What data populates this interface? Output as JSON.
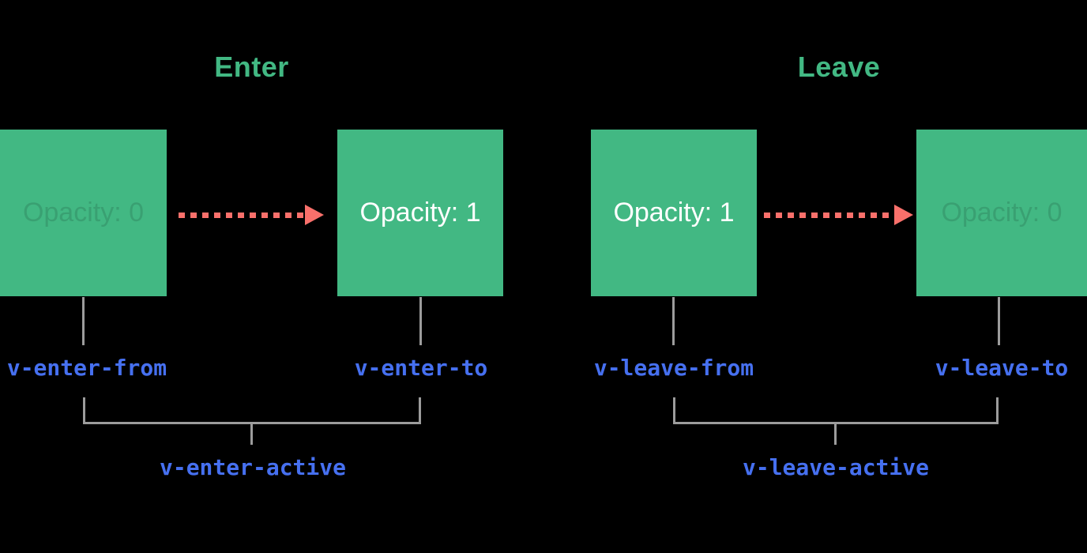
{
  "colors": {
    "background": "#000000",
    "box_green": "#42b883",
    "title_green": "#42b883",
    "arrow_red": "#f9706b",
    "label_blue": "#4670f0",
    "line_gray": "#9c9c9c",
    "box_text_white": "#ffffff",
    "box_text_faint": "rgba(0,0,0,0.13)"
  },
  "enter": {
    "title": "Enter",
    "from_box_text": "Opacity: 0",
    "to_box_text": "Opacity: 1",
    "from_label": "v-enter-from",
    "to_label": "v-enter-to",
    "active_label": "v-enter-active"
  },
  "leave": {
    "title": "Leave",
    "from_box_text": "Opacity: 1",
    "to_box_text": "Opacity: 0",
    "from_label": "v-leave-from",
    "to_label": "v-leave-to",
    "active_label": "v-leave-active"
  }
}
